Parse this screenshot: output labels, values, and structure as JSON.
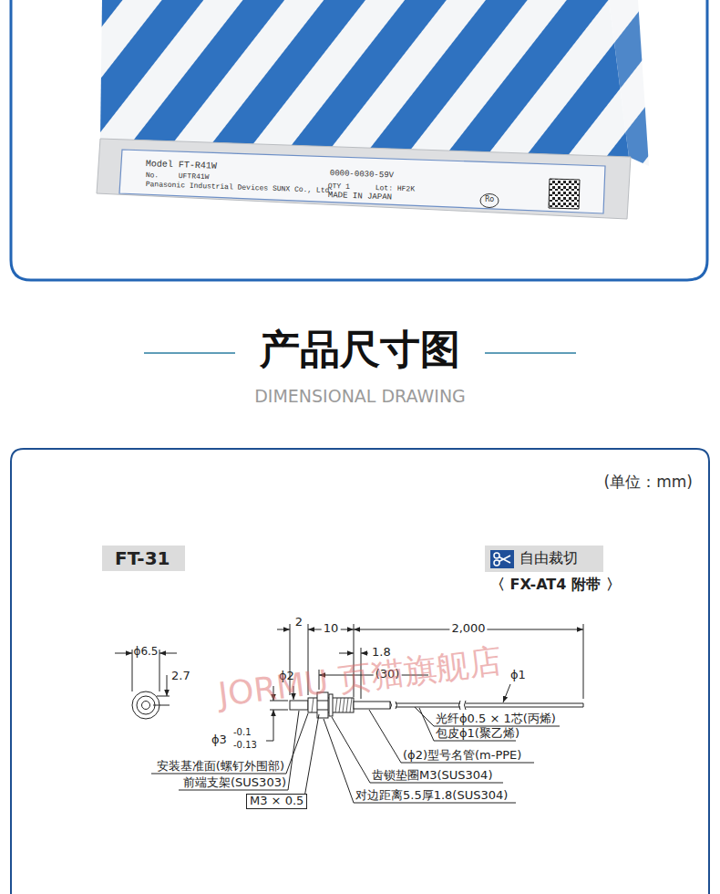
{
  "diagram": {
    "title": "产品尺寸图",
    "nodes": [
      {
        "text": [
          "FT-31"
        ]
      },
      {
        "text": [
          "自由裁切"
        ]
      }
    ],
    "labels": [
      "Model FT-R41W",
      "No.",
      "UFTR41W",
      "Panasonic Industrial Devices SUNX Co., Ltd.",
      "0000-0030-59V",
      "QTY 1",
      "Lot: HF2K",
      "MADE IN JAPAN",
      "Ro",
      "DIMENSIONAL DRAWING",
      "(单位：mm)",
      "〈 FX-AT4 附带 〉",
      "ϕ6.5",
      "2.7",
      "2",
      "10",
      "2,000",
      "1.8",
      "(30)",
      "ϕ2",
      "ϕ1",
      "ϕ3",
      "-0.1",
      "-0.13",
      "光纤ϕ0.5 × 1芯(丙烯)",
      "包皮ϕ1(聚乙烯)",
      "(ϕ2)型号名管(m-PPE)",
      "齿锁垫圈M3(SUS304)",
      "对边距离5.5厚1.8(SUS304)",
      "安装基准面(螺钉外围部)",
      "前端支架(SUS303)",
      "M3 × 0.5",
      "JORMU 页猫旗舰店"
    ]
  }
}
